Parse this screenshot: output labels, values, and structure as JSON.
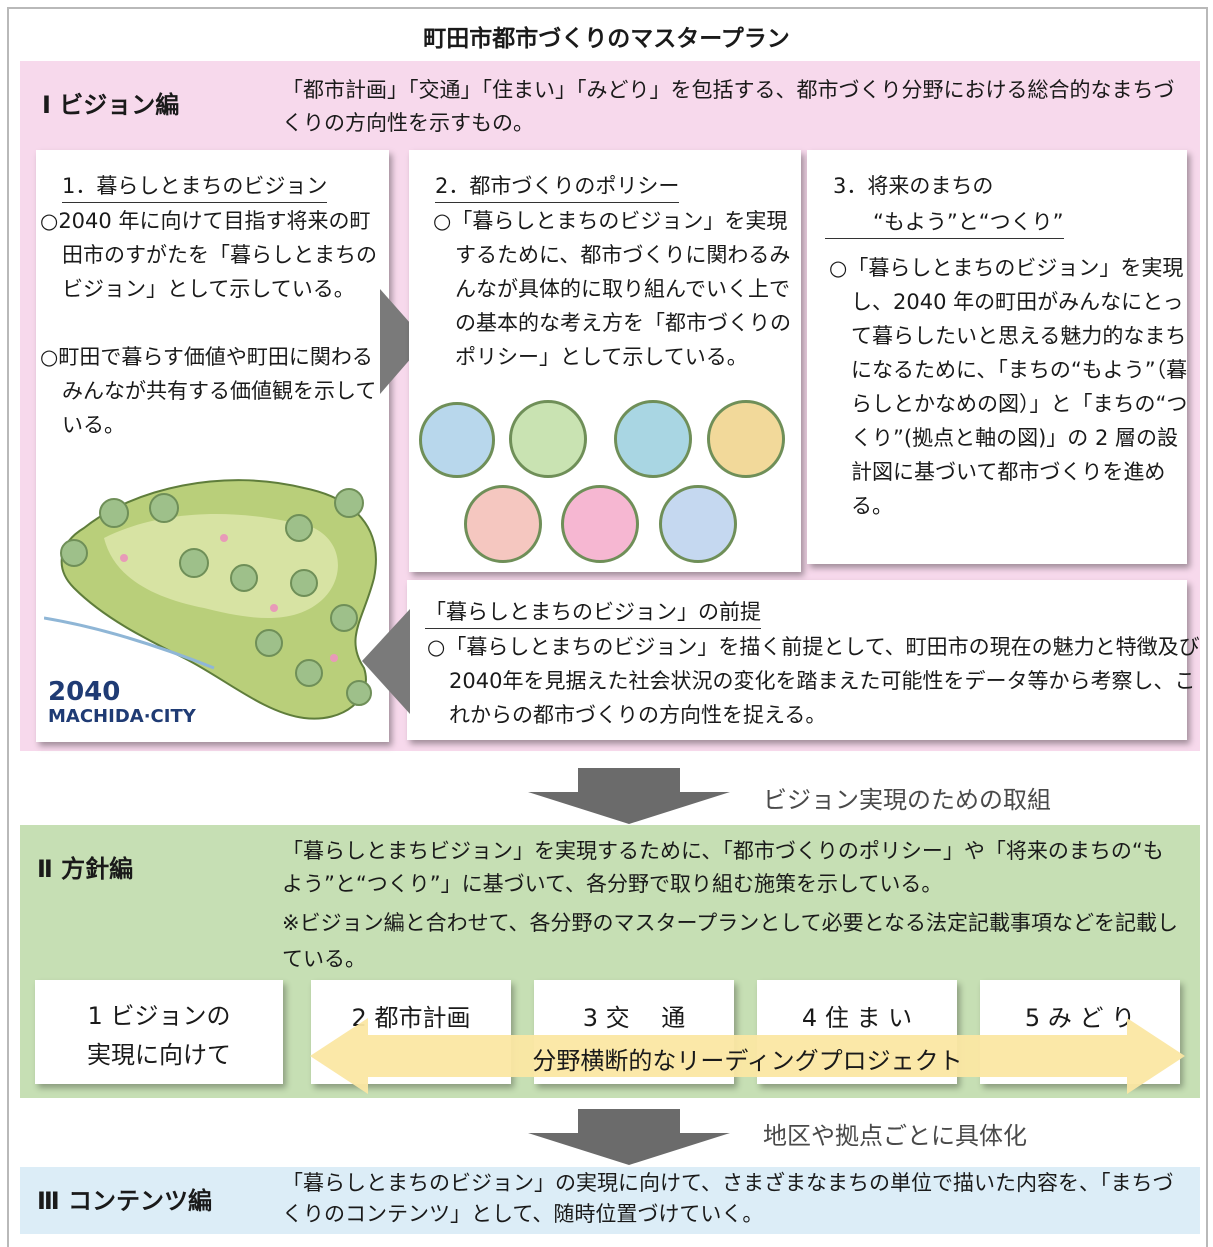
{
  "title": "町田市都市づくりのマスタープラン",
  "colors": {
    "vision_bg": "#f7d9ec",
    "policy_bg": "#c6dfb4",
    "contents_bg": "#dcedf7",
    "arrow_gray": "#6b6b6b",
    "cross_arrow": "#fbe7a3"
  },
  "vision": {
    "title": "Ⅰ ビジョン編",
    "desc": "「都市計画」「交通」「住まい」「みどり」を包括する、都市づくり分野における総合的なまちづくりの方向性を示すもの。",
    "card1": {
      "head": "1．暮らしとまちのビジョン",
      "bullets": [
        "○2040 年に向けて目指す将来の町田市のすがたを「暮らしとまちのビジョン」として示している。",
        "○町田で暮らす価値や町田に関わるみんなが共有する価値観を示している。"
      ],
      "logo_lines": [
        "2040",
        "MACHIDA",
        "CITY"
      ]
    },
    "card2": {
      "head": "2．都市づくりのポリシー",
      "bullets": [
        "○「暮らしとまちのビジョン」を実現するために、都市づくりに関わるみんなが具体的に取り組んでいく上での基本的な考え方を「都市づくりのポリシー」として示している。"
      ]
    },
    "card3": {
      "head1": "3．将来のまちの",
      "head2": "“もよう”と“つくり”",
      "bullets": [
        "○「暮らしとまちのビジョン」を実現し、2040 年の町田がみんなにとって暮らしたいと思える魅力的なまちになるために、「まちの“もよう”（暮らしとかなめの図）」と「まちの“つくり”(拠点と軸の図)」の 2 層の設計図に基づいて都市づくりを進める。"
      ]
    },
    "card4": {
      "head": "「暮らしとまちのビジョン」の前提",
      "bullets": [
        "○「暮らしとまちのビジョン」を描く前提として、町田市の現在の魅力と特徴及び2040年を見据えた社会状況の変化を踏まえた可能性をデータ等から考察し、これからの都市づくりの方向性を捉える。"
      ]
    }
  },
  "arrow1_label": "ビジョン実現のための取組",
  "policy": {
    "title": "Ⅱ 方針編",
    "desc": "「暮らしとまちビジョン」を実現するために、「都市づくりのポリシー」や「将来のまちの“もよう”と“つくり”」に基づいて、各分野で取り組む施策を示している。",
    "note": "※ビジョン編と合わせて、各分野のマスタープランとして必要となる法定記載事項などを記載している。",
    "fields": [
      {
        "line1": "1 ビジョンの",
        "line2": "実現に向けて"
      },
      {
        "line1": "2 都市計画"
      },
      {
        "line1": "3 交　 通"
      },
      {
        "line1": "4 住 ま い"
      },
      {
        "line1": "5 み ど り"
      }
    ],
    "cross_label": "分野横断的なリーディングプロジェクト"
  },
  "arrow2_label": "地区や拠点ごとに具体化",
  "contents": {
    "title": "Ⅲ コンテンツ編",
    "desc": "「暮らしとまちのビジョン」の実現に向けて、さまざまなまちの単位で描いた内容を、「まちづくりのコンテンツ」として、随時位置づけていく。"
  }
}
